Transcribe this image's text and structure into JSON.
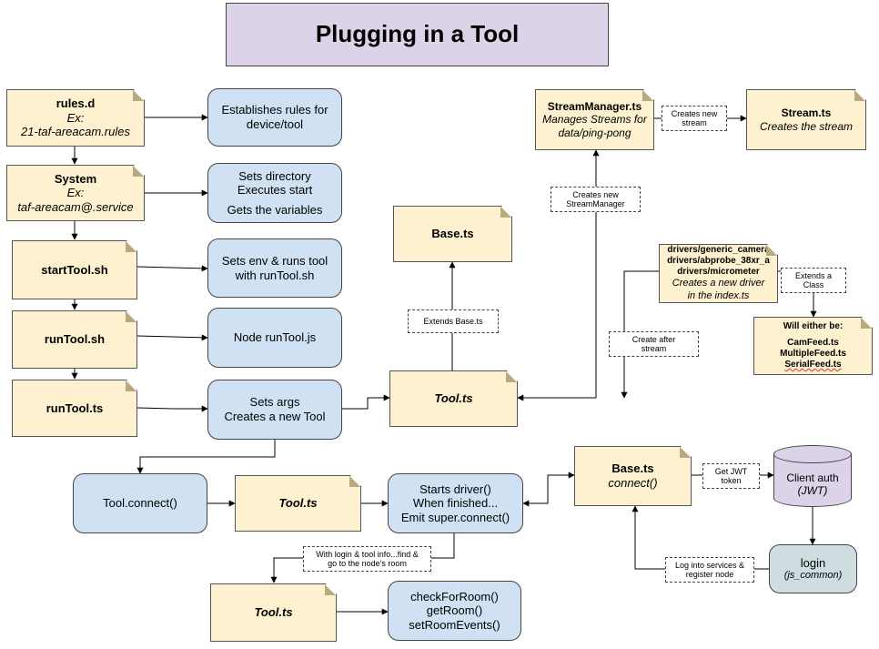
{
  "title": "Plugging in a Tool",
  "flow": {
    "rules_d": {
      "name": "rules.d",
      "ex": "Ex:",
      "file": "21-taf-areacam.rules"
    },
    "system": {
      "name": "System",
      "ex": "Ex:",
      "file": "taf-areacam@.service"
    },
    "start_tool_sh": "startTool.sh",
    "run_tool_sh": "runTool.sh",
    "run_tool_ts": "runTool.ts"
  },
  "actions": {
    "establishes": [
      "Establishes rules for",
      "device/tool"
    ],
    "sets_directory": [
      "Sets directory",
      "Executes start",
      "Gets the variables"
    ],
    "sets_env": [
      "Sets env & runs tool",
      "with runTool.sh"
    ],
    "node_run": "Node runTool.js",
    "sets_args": [
      "Sets args",
      "Creates a new Tool"
    ]
  },
  "center": {
    "base_ts": "Base.ts",
    "extends_base": "Extends Base.ts",
    "tool_ts": "Tool.ts"
  },
  "streams": {
    "stream_manager": {
      "name": "StreamManager.ts",
      "desc": [
        "Manages Streams for",
        "data/ping-pong"
      ]
    },
    "creates_new_stream": [
      "Creates new",
      "stream"
    ],
    "stream": {
      "name": "Stream.ts",
      "desc": "Creates the stream"
    },
    "creates_new_manager": [
      "Creates new",
      "StreamManager"
    ],
    "create_after_stream": [
      "Create after",
      "stream"
    ]
  },
  "drivers": {
    "paths": [
      "drivers/generic_camera",
      "drivers/abprobe_38xr_a",
      "drivers/micrometer"
    ],
    "desc": [
      "Creates a new driver",
      "in the index.ts"
    ],
    "extends_class": [
      "Extends a",
      "Class"
    ],
    "either": {
      "heading": "Will either be:",
      "items": [
        "CamFeed.ts",
        "MultipleFeed.ts",
        "SerialFeed.ts"
      ]
    }
  },
  "connect": {
    "tool_connect": "Tool.connect()",
    "tool_ts": "Tool.ts",
    "starts_driver": [
      "Starts driver()",
      "When finished...",
      "Emit super.connect()"
    ],
    "base_ts": "Base.ts",
    "base_connect": "connect()",
    "get_jwt": [
      "Get JWT",
      "token"
    ],
    "client_auth": "Client auth",
    "client_auth_jwt": "(JWT)",
    "login": "login",
    "login_sub": "(js_common)",
    "log_into": [
      "Log into services &",
      "register node"
    ],
    "with_login": [
      "With login & tool info...find &",
      "go to the node's room"
    ],
    "tool_ts_bottom": "Tool.ts",
    "room_methods": [
      "checkForRoom()",
      "getRoom()",
      "setRoomEvents()"
    ]
  },
  "colors": {
    "note_fill": "#fdf1cf",
    "process_fill": "#cfe1f3",
    "title_fill": "#dcd3e8",
    "login_fill": "#cfdde0",
    "line": "#000000"
  }
}
